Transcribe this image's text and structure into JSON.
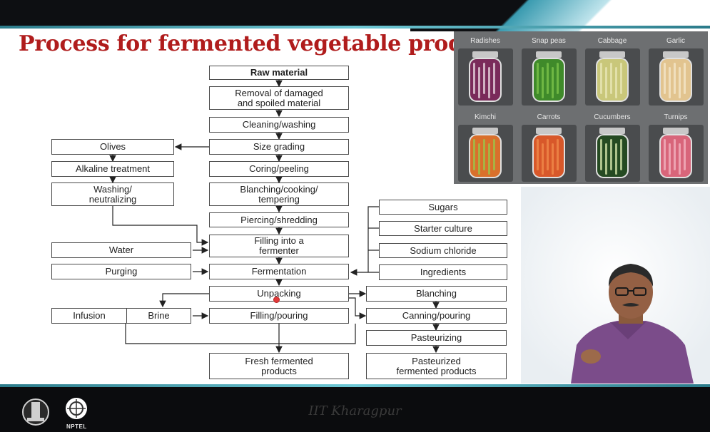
{
  "slide": {
    "title": "Process for fermented vegetable products",
    "footer": "IIT Kharagpur",
    "logo_text": "NPTEL"
  },
  "flowchart": {
    "main_steps": [
      "Raw material",
      "Removal of damaged\nand spoiled material",
      "Cleaning/washing",
      "Size grading",
      "Coring/peeling",
      "Blanching/cooking/\ntempering",
      "Piercing/shredding",
      "Filling into a\nfermenter",
      "Fermentation",
      "Unpacking",
      "Filling/pouring",
      "Fresh fermented\nproducts"
    ],
    "olive_branch": [
      "Olives",
      "Alkaline treatment",
      "Washing/\nneutralizing"
    ],
    "inputs_left": [
      "Water",
      "Purging",
      "Infusion",
      "Brine"
    ],
    "inputs_right": [
      "Sugars",
      "Starter culture",
      "Sodium chloride",
      "Ingredients"
    ],
    "right_branch": [
      "Blanching",
      "Canning/pouring",
      "Pasteurizing",
      "Pasteurized\nfermented products"
    ]
  },
  "image_panel": {
    "jars": [
      {
        "label": "Radishes",
        "color": "#7a2a5a",
        "accent": "#e6d2dc"
      },
      {
        "label": "Snap peas",
        "color": "#3f8a2a",
        "accent": "#7cc24a"
      },
      {
        "label": "Cabbage",
        "color": "#c9c77a",
        "accent": "#e9e6b6"
      },
      {
        "label": "Garlic",
        "color": "#e2c48f",
        "accent": "#f4e6c8"
      },
      {
        "label": "Kimchi",
        "color": "#d9702c",
        "accent": "#9bc34a"
      },
      {
        "label": "Carrots",
        "color": "#d8582a",
        "accent": "#f08a4a"
      },
      {
        "label": "Cucumbers",
        "color": "#254a22",
        "accent": "#cfe0a8"
      },
      {
        "label": "Turnips",
        "color": "#d8657a",
        "accent": "#f2b2bf"
      }
    ]
  },
  "colors": {
    "title": "#b01c1c",
    "teal_accent": "#3a9bb0",
    "dark_bar": "#0d0f12"
  }
}
